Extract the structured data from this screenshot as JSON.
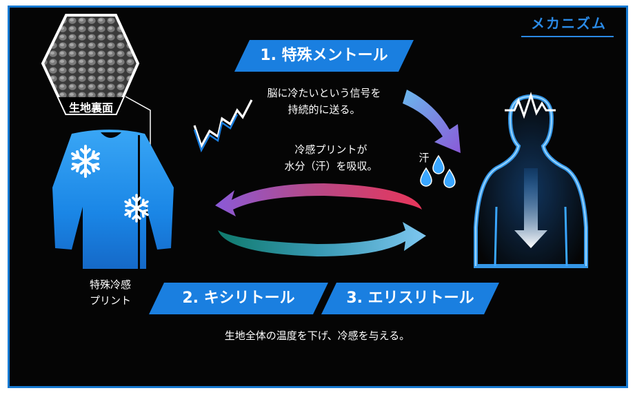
{
  "mechanism_title": "メカニズム",
  "fabric_label": "生地裏面",
  "print_label_line1": "特殊冷感",
  "print_label_line2": "プリント",
  "step1": {
    "label": "1. 特殊メントール",
    "desc_line1": "脳に冷たいという信号を",
    "desc_line2": "持続的に送る。"
  },
  "cooling_print": {
    "desc_line1": "冷感プリントが",
    "desc_line2": "水分（汗）を吸収。"
  },
  "sweat_label": "汗",
  "step2": {
    "label": "2. キシリトール"
  },
  "step3": {
    "label": "3. エリスリトール"
  },
  "footer_text": "生地全体の温度を下げ、冷感を与える。",
  "colors": {
    "frame": "#1679d1",
    "banner_blue": "#1a7fe0",
    "accent_blue": "#2a8ae6",
    "body_glow": "#3aa6ff",
    "arrow_pink": "#e8365a",
    "arrow_purple": "#8a5ad8",
    "arrow_teal": "#0f8a7a",
    "arrow_light_blue": "#7ec7f0"
  },
  "icons": {
    "snowflake": "snowflake-icon",
    "water_drop": "water-drop-icon",
    "zigzag_signal": "signal-zigzag-icon"
  }
}
